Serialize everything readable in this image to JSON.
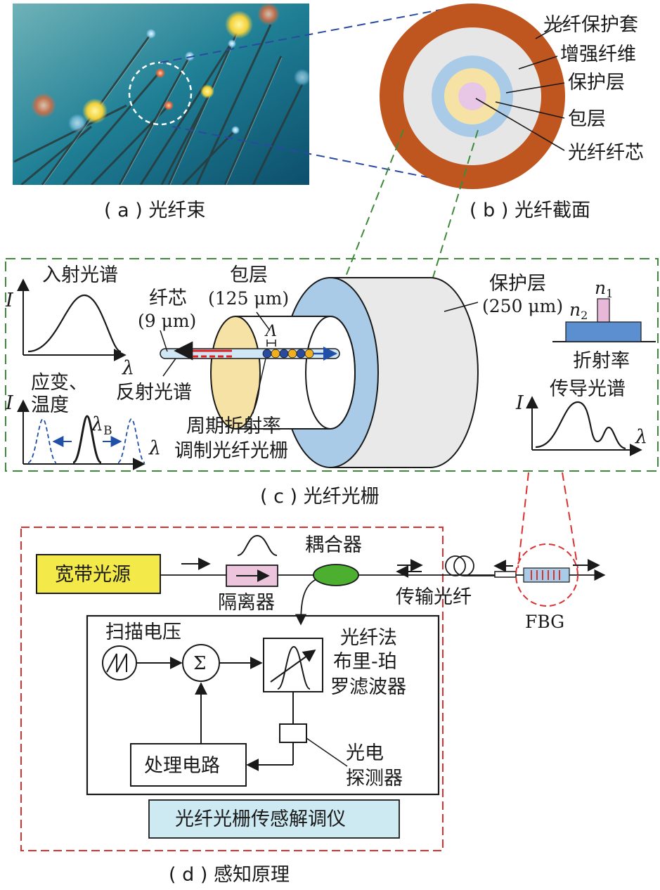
{
  "panel_a": {
    "caption": "( a ) 光纤束"
  },
  "panel_b": {
    "caption": "( b ) 光纤截面",
    "labels": {
      "jacket": "光纤保护套",
      "strength": "增强纤维",
      "coating": "保护层",
      "cladding": "包层",
      "core": "光纤纤芯"
    }
  },
  "panel_c": {
    "caption": "( c ) 光纤光栅",
    "incident_title": "入射光谱",
    "axis_i": "I",
    "axis_lambda": "λ",
    "core_label": "纤芯",
    "core_size": "(9 μm)",
    "cladding_label": "包层",
    "cladding_size": "(125 μm)",
    "coating_label": "保护层",
    "coating_size": "(250 μm)",
    "period_symbol": "Λ",
    "reflect_label": "反射光谱",
    "strain_label_1": "应变、",
    "strain_label_2": "温度",
    "lambda_b": "λ",
    "lambda_b_sub": "B",
    "grating_label_1": "周期折射率",
    "grating_label_2": "调制光纤光栅",
    "n1": "n",
    "n1_sub": "1",
    "n2": "n",
    "n2_sub": "2",
    "refractive_label": "折射率",
    "transmit_title": "传导光谱"
  },
  "panel_d": {
    "caption": "( d ) 感知原理",
    "source": "宽带光源",
    "isolator": "隔离器",
    "coupler": "耦合器",
    "transmission_fiber": "传输光纤",
    "fbg": "FBG",
    "scan_voltage": "扫描电压",
    "sum_symbol": "Σ",
    "filter_1": "光纤法",
    "filter_2": "布里-珀",
    "filter_3": "罗滤波器",
    "detector_1": "光电",
    "detector_2": "探测器",
    "processing": "处理电路",
    "demodulator": "光纤光栅传感解调仪"
  },
  "colors": {
    "jacket": "#c0561f",
    "strength": "#e6e6e6",
    "coating": "#a9cbe8",
    "cladding": "#f6e2a4",
    "core": "#e8c6e6",
    "panel_c_border": "#3f8a3a",
    "panel_d_border": "#d93030",
    "source_fill": "#f3ea4a",
    "coupler_fill": "#4caf2f",
    "demod_fill": "#cdeaf2"
  }
}
